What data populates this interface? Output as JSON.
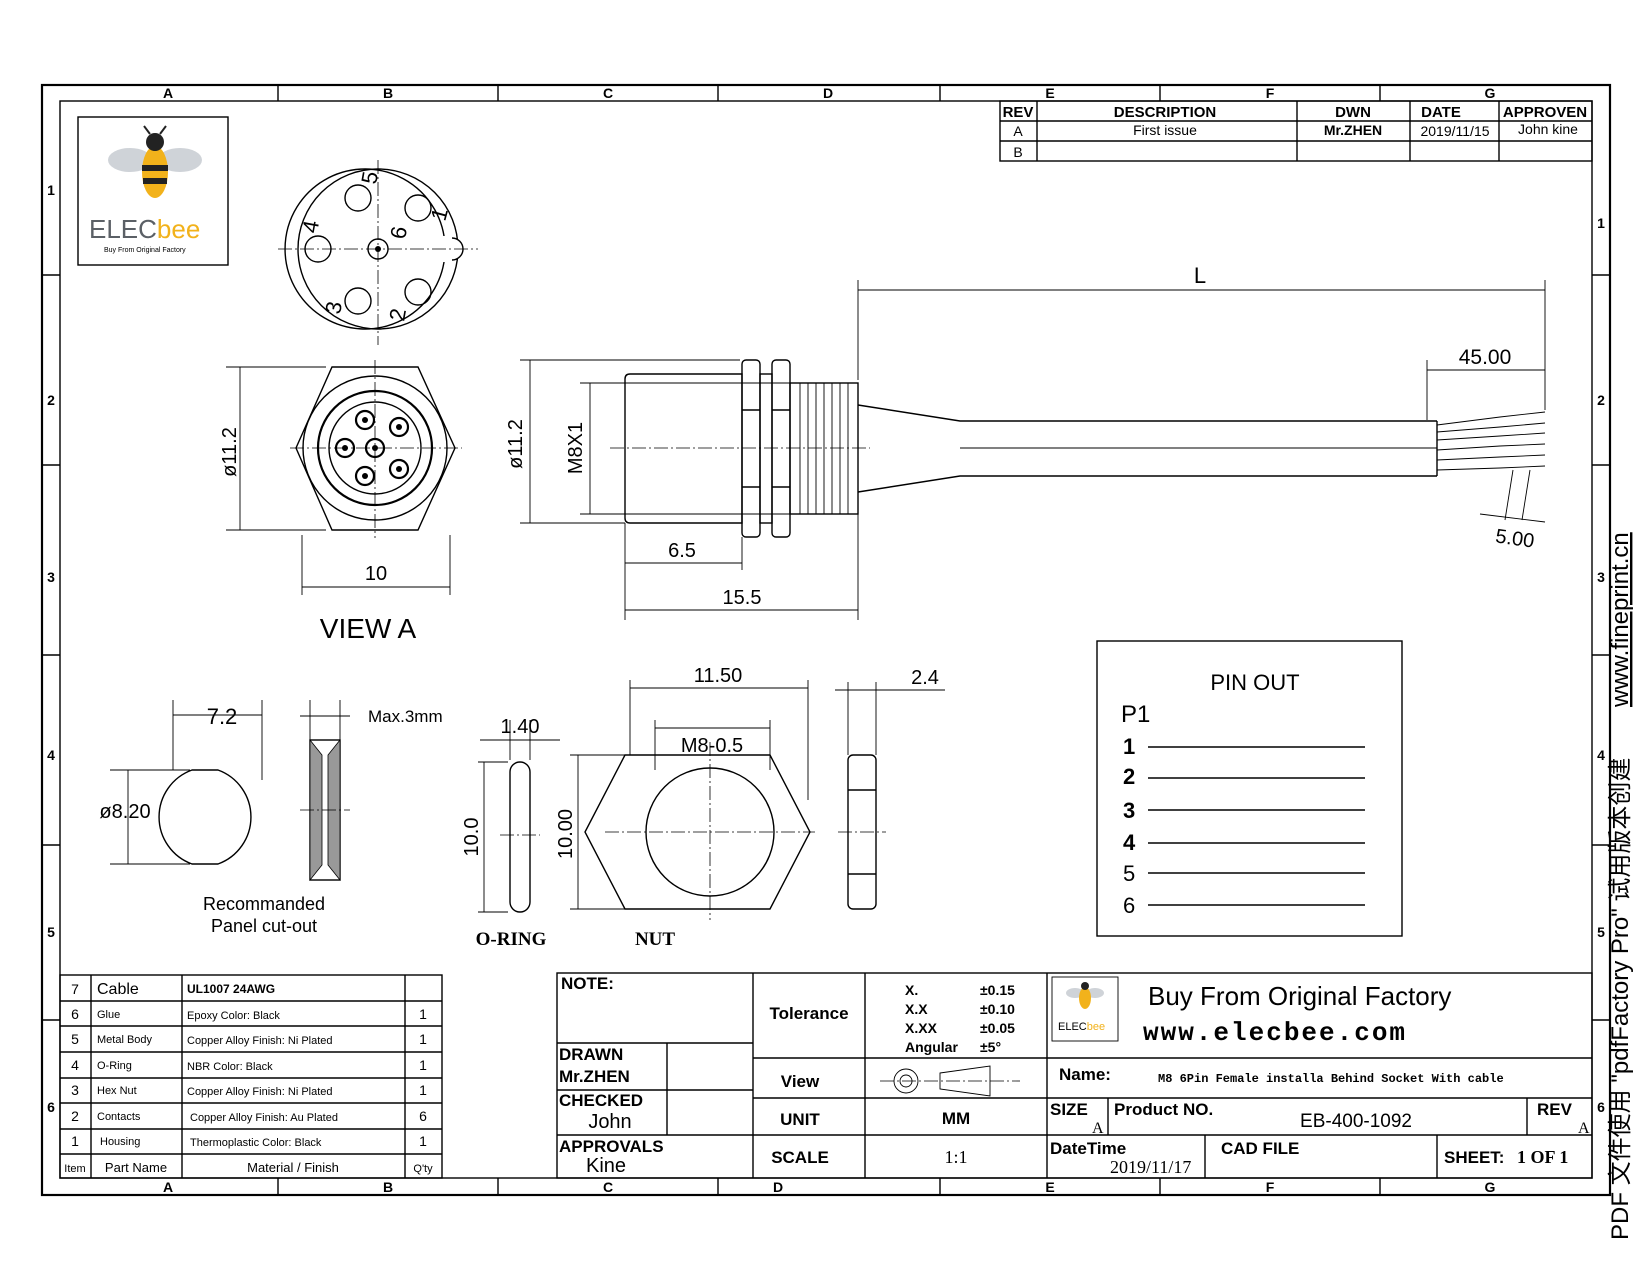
{
  "grid": {
    "cols": [
      "A",
      "B",
      "C",
      "D",
      "E",
      "F",
      "G"
    ],
    "rows": [
      "1",
      "2",
      "3",
      "4",
      "5",
      "6"
    ]
  },
  "logo": {
    "brand_prefix": "ELEC",
    "brand_suffix": "bee",
    "tagline": "Buy From Original Factory"
  },
  "revisions": {
    "headers": [
      "REV",
      "DESCRIPTION",
      "DWN",
      "DATE",
      "APPROVEN"
    ],
    "rows": [
      {
        "rev": "A",
        "description": "First issue",
        "dwn": "Mr.ZHEN",
        "date": "2019/11/15",
        "approved": "John kine"
      },
      {
        "rev": "B",
        "description": "",
        "dwn": "",
        "date": "",
        "approved": ""
      }
    ]
  },
  "view_a": {
    "title": "VIEW  A",
    "pins": [
      "1",
      "2",
      "3",
      "4",
      "5",
      "6"
    ],
    "diameter": "ø11.2",
    "width": "10"
  },
  "side_view": {
    "length": "L",
    "strip": "45.00",
    "wire": "5.00",
    "diameter": "ø11.2",
    "thread": "M8X1",
    "body": "6.5",
    "total": "15.5"
  },
  "cutout": {
    "width": "7.2",
    "max": "Max.3mm",
    "diameter": "ø8.20",
    "caption_1": "Recommanded",
    "caption_2": "Panel cut-out"
  },
  "oring": {
    "thickness": "1.40",
    "size": "10.0",
    "label": "O-RING"
  },
  "nut": {
    "flat": "11.50",
    "thread": "M8-0.5",
    "size": "10.00",
    "thickness": "2.4",
    "label": "NUT"
  },
  "pinout": {
    "title": "PIN OUT",
    "group": "P1",
    "pins": [
      "1",
      "2",
      "3",
      "4",
      "5",
      "6"
    ]
  },
  "bom": {
    "rows": [
      {
        "item": "7",
        "part": "Cable",
        "material": "UL1007 24AWG",
        "qty": ""
      },
      {
        "item": "6",
        "part": "Glue",
        "material": "Epoxy Color: Black",
        "qty": "1"
      },
      {
        "item": "5",
        "part": "Metal Body",
        "material": "Copper Alloy Finish: Ni Plated",
        "qty": "1"
      },
      {
        "item": "4",
        "part": "O-Ring",
        "material": "NBR Color: Black",
        "qty": "1"
      },
      {
        "item": "3",
        "part": "Hex Nut",
        "material": "Copper Alloy Finish: Ni Plated",
        "qty": "1"
      },
      {
        "item": "2",
        "part": "Contacts",
        "material": "Copper Alloy Finish: Au Plated",
        "qty": "6"
      },
      {
        "item": "1",
        "part": "Housing",
        "material": "Thermoplastic Color: Black",
        "qty": "1"
      }
    ],
    "header": {
      "item": "Item",
      "part": "Part Name",
      "material": "Material / Finish",
      "qty": "Q'ty"
    }
  },
  "title_block": {
    "note": "NOTE:",
    "drawn_label": "DRAWN",
    "drawn": "Mr.ZHEN",
    "checked_label": "CHECKED",
    "checked": "John",
    "approvals_label": "APPROVALS",
    "approvals": "Kine",
    "tolerance_label": "Tolerance",
    "tolerances": [
      {
        "k": "X.",
        "v": "±0.15"
      },
      {
        "k": "X.X",
        "v": "±0.10"
      },
      {
        "k": "X.XX",
        "v": "±0.05"
      },
      {
        "k": "Angular",
        "v": "±5°"
      }
    ],
    "view_label": "View",
    "unit_label": "UNIT",
    "unit": "MM",
    "scale_label": "SCALE",
    "scale": "1:1",
    "slogan": "Buy From Original  Factory",
    "website": "www.elecbee.com",
    "name_label": "Name:",
    "name": "M8 6Pin Female installa Behind Socket With cable",
    "size_label": "SIZE",
    "size": "A",
    "product_label": "Product NO.",
    "product": "EB-400-1092",
    "rev_label": "REV",
    "rev": "A",
    "date_label": "DateTime",
    "date": "2019/11/17",
    "cad_label": "CAD FILE",
    "sheet_label": "SHEET:",
    "sheet": "1 OF 1"
  },
  "watermark": {
    "text": "PDF 文件使用 \"pdfFactory Pro\" 试用版本创建",
    "link": "www.fineprint.cn"
  }
}
